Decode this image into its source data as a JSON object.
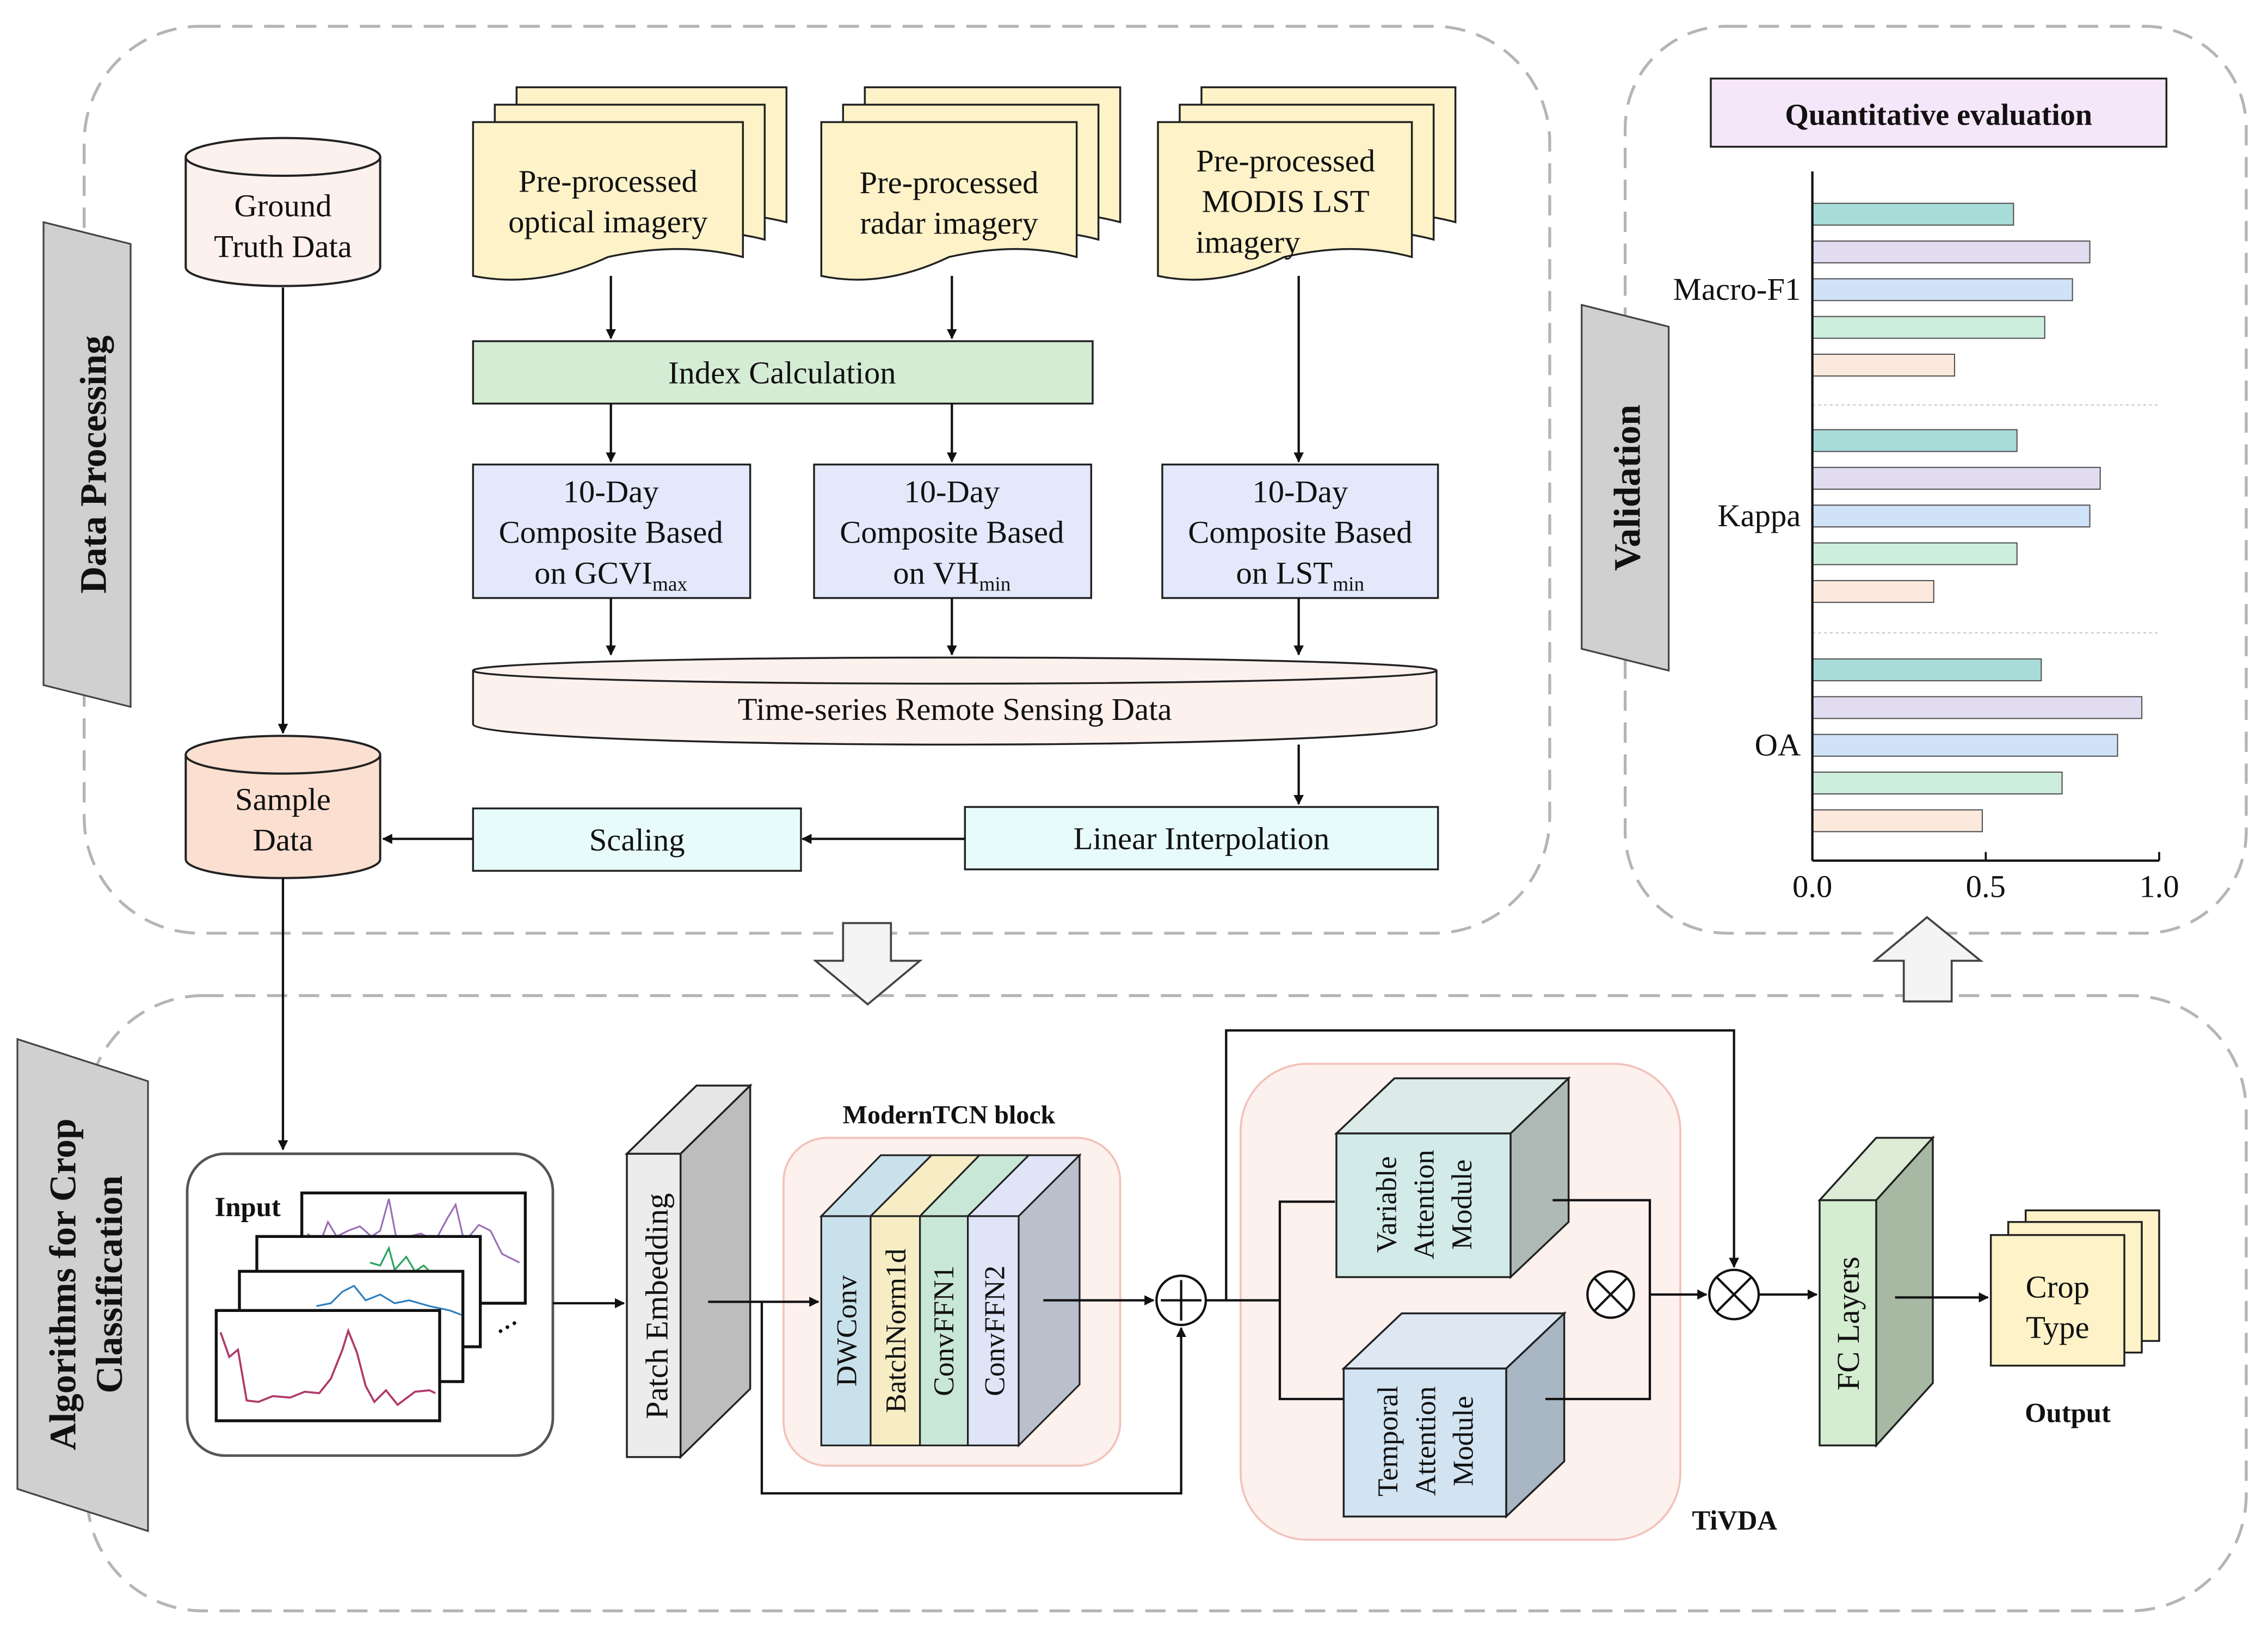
{
  "sections": {
    "data_processing": "Data Processing",
    "validation": "Validation",
    "algorithms_line1": "Algorithms for Crop",
    "algorithms_line2": "Classification"
  },
  "data_processing": {
    "ground_truth_line1": "Ground",
    "ground_truth_line2": "Truth Data",
    "optical_line1": "Pre-processed",
    "optical_line2": "optical imagery",
    "radar_line1": "Pre-processed",
    "radar_line2": "radar imagery",
    "modis_line1": "Pre-processed",
    "modis_line2": "MODIS  LST",
    "modis_line3": "imagery",
    "index_calculation": "Index Calculation",
    "composite_line1": "10-Day",
    "composite_line2": "Composite Based",
    "composite_prefix": "on",
    "gcvi_name": "GCVI",
    "gcvi_sub": "max",
    "vh_name": "VH",
    "vh_sub": "min",
    "lst_name": "LST",
    "lst_sub": "min",
    "time_series": "Time-series Remote Sensing Data",
    "sample_line1": "Sample",
    "sample_line2": "Data",
    "scaling": "Scaling",
    "linear_interpolation": "Linear Interpolation"
  },
  "validation": {
    "title": "Quantitative evaluation"
  },
  "chart_data": {
    "type": "bar",
    "orientation": "horizontal",
    "title": "Quantitative evaluation",
    "categories": [
      "Macro-F1",
      "Kappa",
      "OA"
    ],
    "series": [
      {
        "color": "#a8dcd9",
        "values": [
          0.58,
          0.59,
          0.66
        ]
      },
      {
        "color": "#e1dcf0",
        "values": [
          0.8,
          0.83,
          0.95
        ]
      },
      {
        "color": "#cfe2f8",
        "values": [
          0.75,
          0.8,
          0.88
        ]
      },
      {
        "color": "#cdeedd",
        "values": [
          0.67,
          0.59,
          0.72
        ]
      },
      {
        "color": "#fbe9dd",
        "values": [
          0.41,
          0.35,
          0.49
        ]
      }
    ],
    "xlim": [
      0,
      1
    ],
    "xticks": [
      "0.0",
      "0.5",
      "1.0"
    ],
    "grid": false
  },
  "algorithms": {
    "input": "Input",
    "ellipsis": "...",
    "patch_embedding": "Patch Embedding",
    "moderntcn_title": "ModernTCN block",
    "dwconv": "DWConv",
    "batchnorm": "BatchNorm1d",
    "convffn1": "ConvFFN1",
    "convffn2": "ConvFFN2",
    "variable_line1": "Variable",
    "variable_line2": "Attention",
    "variable_line3": "Module",
    "temporal_line1": "Temporal",
    "temporal_line2": "Attention",
    "temporal_line3": "Module",
    "tivda": "TiVDA",
    "fc_layers": "FC Layers",
    "crop_line1": "Crop",
    "crop_line2": "Type",
    "output": "Output"
  },
  "colors": {
    "yellow": "#fdf2c8",
    "green": "#d5ecd4",
    "blue": "#e3e9fb",
    "pink": "#fdf1ee",
    "salmon": "#fbe0d2",
    "cyan": "#e8fbfb",
    "gray_section": "#d0d0d0",
    "lavender": "#f6e6f9"
  }
}
